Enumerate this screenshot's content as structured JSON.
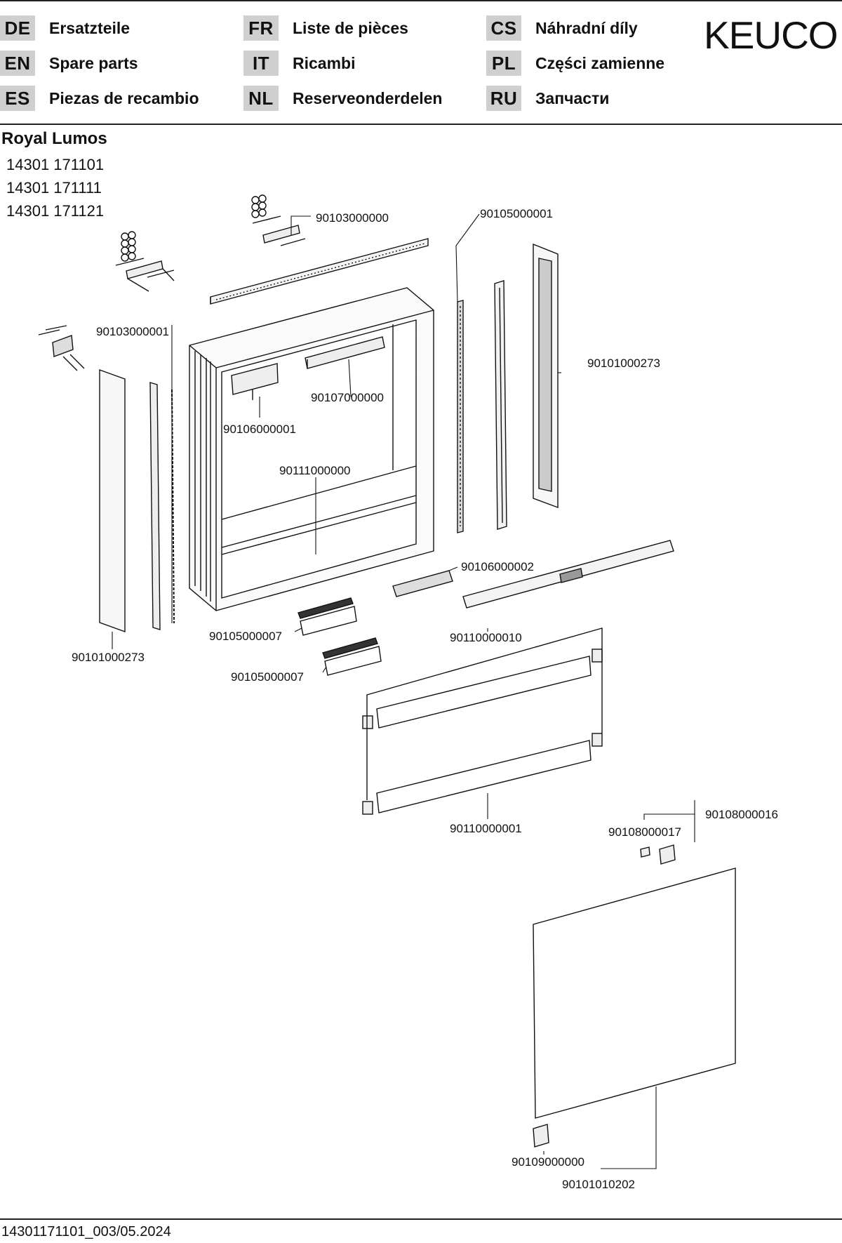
{
  "header": {
    "languages": [
      {
        "code": "DE",
        "name": "Ersatzteile"
      },
      {
        "code": "EN",
        "name": "Spare parts"
      },
      {
        "code": "ES",
        "name": "Piezas de recambio"
      },
      {
        "code": "FR",
        "name": "Liste de pièces"
      },
      {
        "code": "IT",
        "name": "Ricambi"
      },
      {
        "code": "NL",
        "name": "Reserveonderdelen"
      },
      {
        "code": "CS",
        "name": "Náhradní díly"
      },
      {
        "code": "PL",
        "name": "Części zamienne"
      },
      {
        "code": "RU",
        "name": "Запчасти"
      }
    ],
    "logo": "KEUCO"
  },
  "product": {
    "title": "Royal Lumos",
    "models": [
      "14301 171101",
      "14301 171111",
      "14301 171121"
    ]
  },
  "parts": {
    "p_90103000000": "90103000000",
    "p_90105000001": "90105000001",
    "p_90103000001": "90103000001",
    "p_90101000273_right": "90101000273",
    "p_90107000000": "90107000000",
    "p_90106000001": "90106000001",
    "p_90111000000": "90111000000",
    "p_90106000002": "90106000002",
    "p_90105000007_a": "90105000007",
    "p_90101000273_left": "90101000273",
    "p_90110000010": "90110000010",
    "p_90105000007_b": "90105000007",
    "p_90110000001": "90110000001",
    "p_90108000016": "90108000016",
    "p_90108000017": "90108000017",
    "p_90109000000": "90109000000",
    "p_90101010202": "90101010202"
  },
  "footer": {
    "doc_id": "14301171101_003/05.2024"
  }
}
